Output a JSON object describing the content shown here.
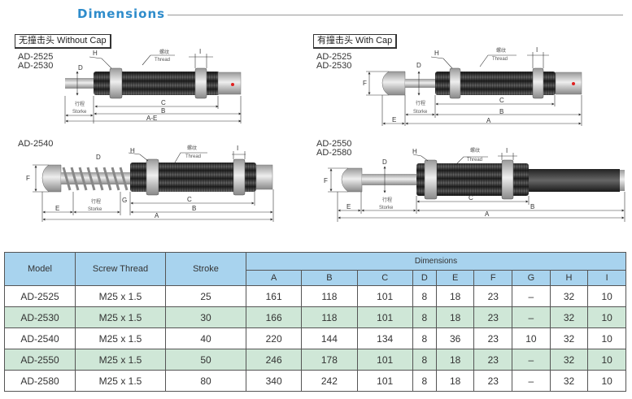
{
  "title": "Dimensions",
  "drawings": {
    "without_cap_label": "无撞击头 Without Cap",
    "with_cap_label": "有撞击头 With Cap",
    "d1": {
      "models": [
        "AD-2525",
        "AD-2530"
      ],
      "labels": {
        "D": "D",
        "H": "H",
        "thread_cn": "螺纹",
        "thread": "Thread",
        "I": "I",
        "stroke_cn": "行程",
        "stroke": "Storke",
        "C": "C",
        "B": "B",
        "A": "A-E"
      }
    },
    "d2": {
      "models": [
        "AD-2525",
        "AD-2530"
      ],
      "labels": {
        "D": "D",
        "H": "H",
        "thread_cn": "螺纹",
        "thread": "Thread",
        "I": "I",
        "F": "F",
        "stroke_cn": "行程",
        "stroke": "Storke",
        "C": "C",
        "B": "B",
        "A": "A",
        "E": "E"
      }
    },
    "d3": {
      "models": [
        "AD-2540"
      ],
      "labels": {
        "D": "D",
        "H": "H",
        "thread_cn": "螺纹",
        "thread": "Thread",
        "I": "I",
        "F": "F",
        "stroke_cn": "行程",
        "stroke": "Storke",
        "C": "C",
        "B": "B",
        "A": "A",
        "E": "E",
        "G": "G"
      }
    },
    "d4": {
      "models": [
        "AD-2550",
        "AD-2580"
      ],
      "labels": {
        "D": "D",
        "H": "H",
        "thread_cn": "螺纹",
        "thread": "Thread",
        "I": "I",
        "F": "F",
        "stroke_cn": "行程",
        "stroke": "Storke",
        "C": "C",
        "B": "B",
        "A": "A",
        "E": "E"
      }
    }
  },
  "table": {
    "headers": {
      "model": "Model",
      "thread": "Screw Thread",
      "stroke": "Stroke",
      "dimensions": "Dimensions",
      "dims": [
        "A",
        "B",
        "C",
        "D",
        "E",
        "F",
        "G",
        "H",
        "I"
      ]
    },
    "rows": [
      [
        "AD-2525",
        "M25 x 1.5",
        "25",
        "161",
        "118",
        "101",
        "8",
        "18",
        "23",
        "–",
        "32",
        "10"
      ],
      [
        "AD-2530",
        "M25 x 1.5",
        "30",
        "166",
        "118",
        "101",
        "8",
        "18",
        "23",
        "–",
        "32",
        "10"
      ],
      [
        "AD-2540",
        "M25 x 1.5",
        "40",
        "220",
        "144",
        "134",
        "8",
        "36",
        "23",
        "10",
        "32",
        "10"
      ],
      [
        "AD-2550",
        "M25 x 1.5",
        "50",
        "246",
        "178",
        "101",
        "8",
        "18",
        "23",
        "–",
        "32",
        "10"
      ],
      [
        "AD-2580",
        "M25 x 1.5",
        "80",
        "340",
        "242",
        "101",
        "8",
        "18",
        "23",
        "–",
        "32",
        "10"
      ]
    ]
  }
}
